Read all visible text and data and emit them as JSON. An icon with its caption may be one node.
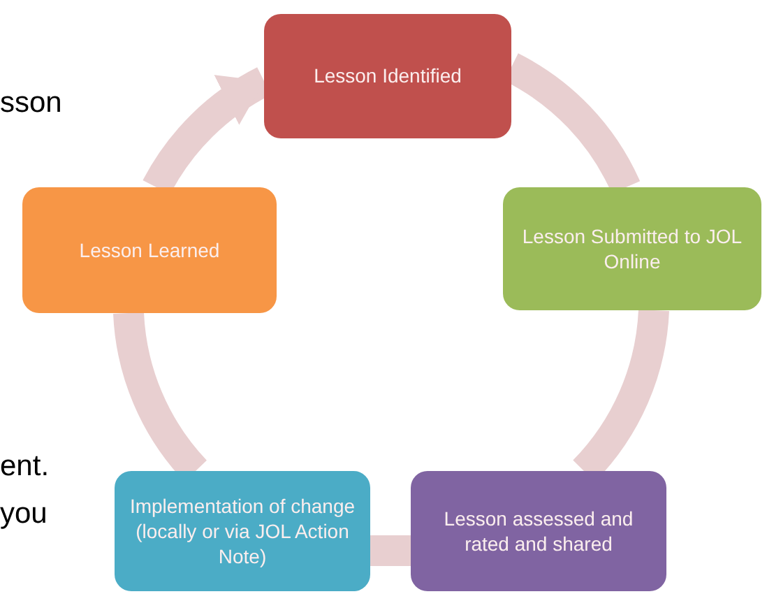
{
  "diagram": {
    "nodes": [
      {
        "text": [
          "Lesson Identified"
        ]
      },
      {
        "text": [
          "Lesson Submitted to JOL Online"
        ]
      },
      {
        "text": [
          "Lesson assessed and rated and shared"
        ]
      },
      {
        "text": [
          "Implementation of change (locally or via JOL Action Note)"
        ]
      },
      {
        "text": [
          "Lesson Learned"
        ]
      }
    ],
    "edges": [
      {
        "from": 0,
        "to": 1,
        "arrow": "none"
      },
      {
        "from": 1,
        "to": 2,
        "arrow": "none"
      },
      {
        "from": 2,
        "to": 3,
        "arrow": "none"
      },
      {
        "from": 3,
        "to": 4,
        "arrow": "none"
      },
      {
        "from": 4,
        "to": 0,
        "arrow": "to"
      }
    ],
    "labels": [
      "sson",
      "ent.",
      "you"
    ]
  }
}
